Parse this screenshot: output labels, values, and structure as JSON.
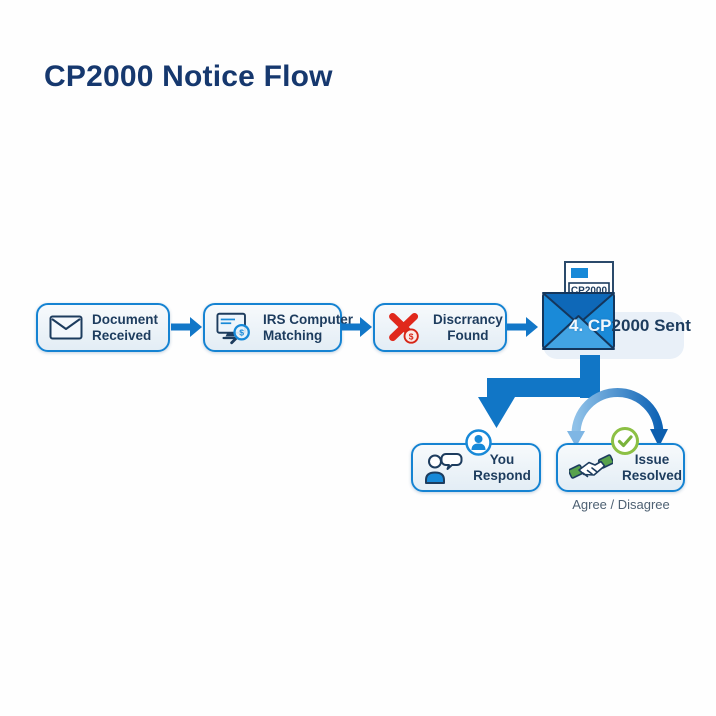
{
  "title": "CP2000 Notice Flow",
  "colors": {
    "title_navy": "#16386e",
    "box_border_blue": "#1583d2",
    "box_fill_light": "#e9f0f8",
    "arrow_blue": "#1277c8",
    "text_navy": "#1d3c5e",
    "error_red": "#e0281c",
    "success_green": "#8cc044",
    "envelope_blue": "#1789d8"
  },
  "flow": {
    "steps": [
      {
        "id": "document-received",
        "line1": "Document",
        "line2": "Received",
        "icon": "envelope-icon"
      },
      {
        "id": "irs-computer-matching",
        "line1": "IRS Computer",
        "line2": "Matching",
        "icon": "computer-search-icon"
      },
      {
        "id": "discrepancy-found",
        "line1": "Discrrancy",
        "line2": "Found",
        "icon": "red-x-dollar-icon"
      },
      {
        "id": "cp2000-sent",
        "label_prefix": "4. CP",
        "label_suffix": "2000 Sent",
        "icon": "open-envelope-letter-icon",
        "document_label": "CP2000"
      }
    ],
    "outcomes": [
      {
        "id": "you-respond",
        "line1": "You",
        "line2": "Respond",
        "icon": "person-chat-icon",
        "badge": "person-badge-icon"
      },
      {
        "id": "issue-resolved",
        "line1": "Issue",
        "line2": "Resolved",
        "icon": "handshake-icon",
        "badge": "check-badge-icon",
        "caption": "Agree / Disagree"
      }
    ]
  }
}
